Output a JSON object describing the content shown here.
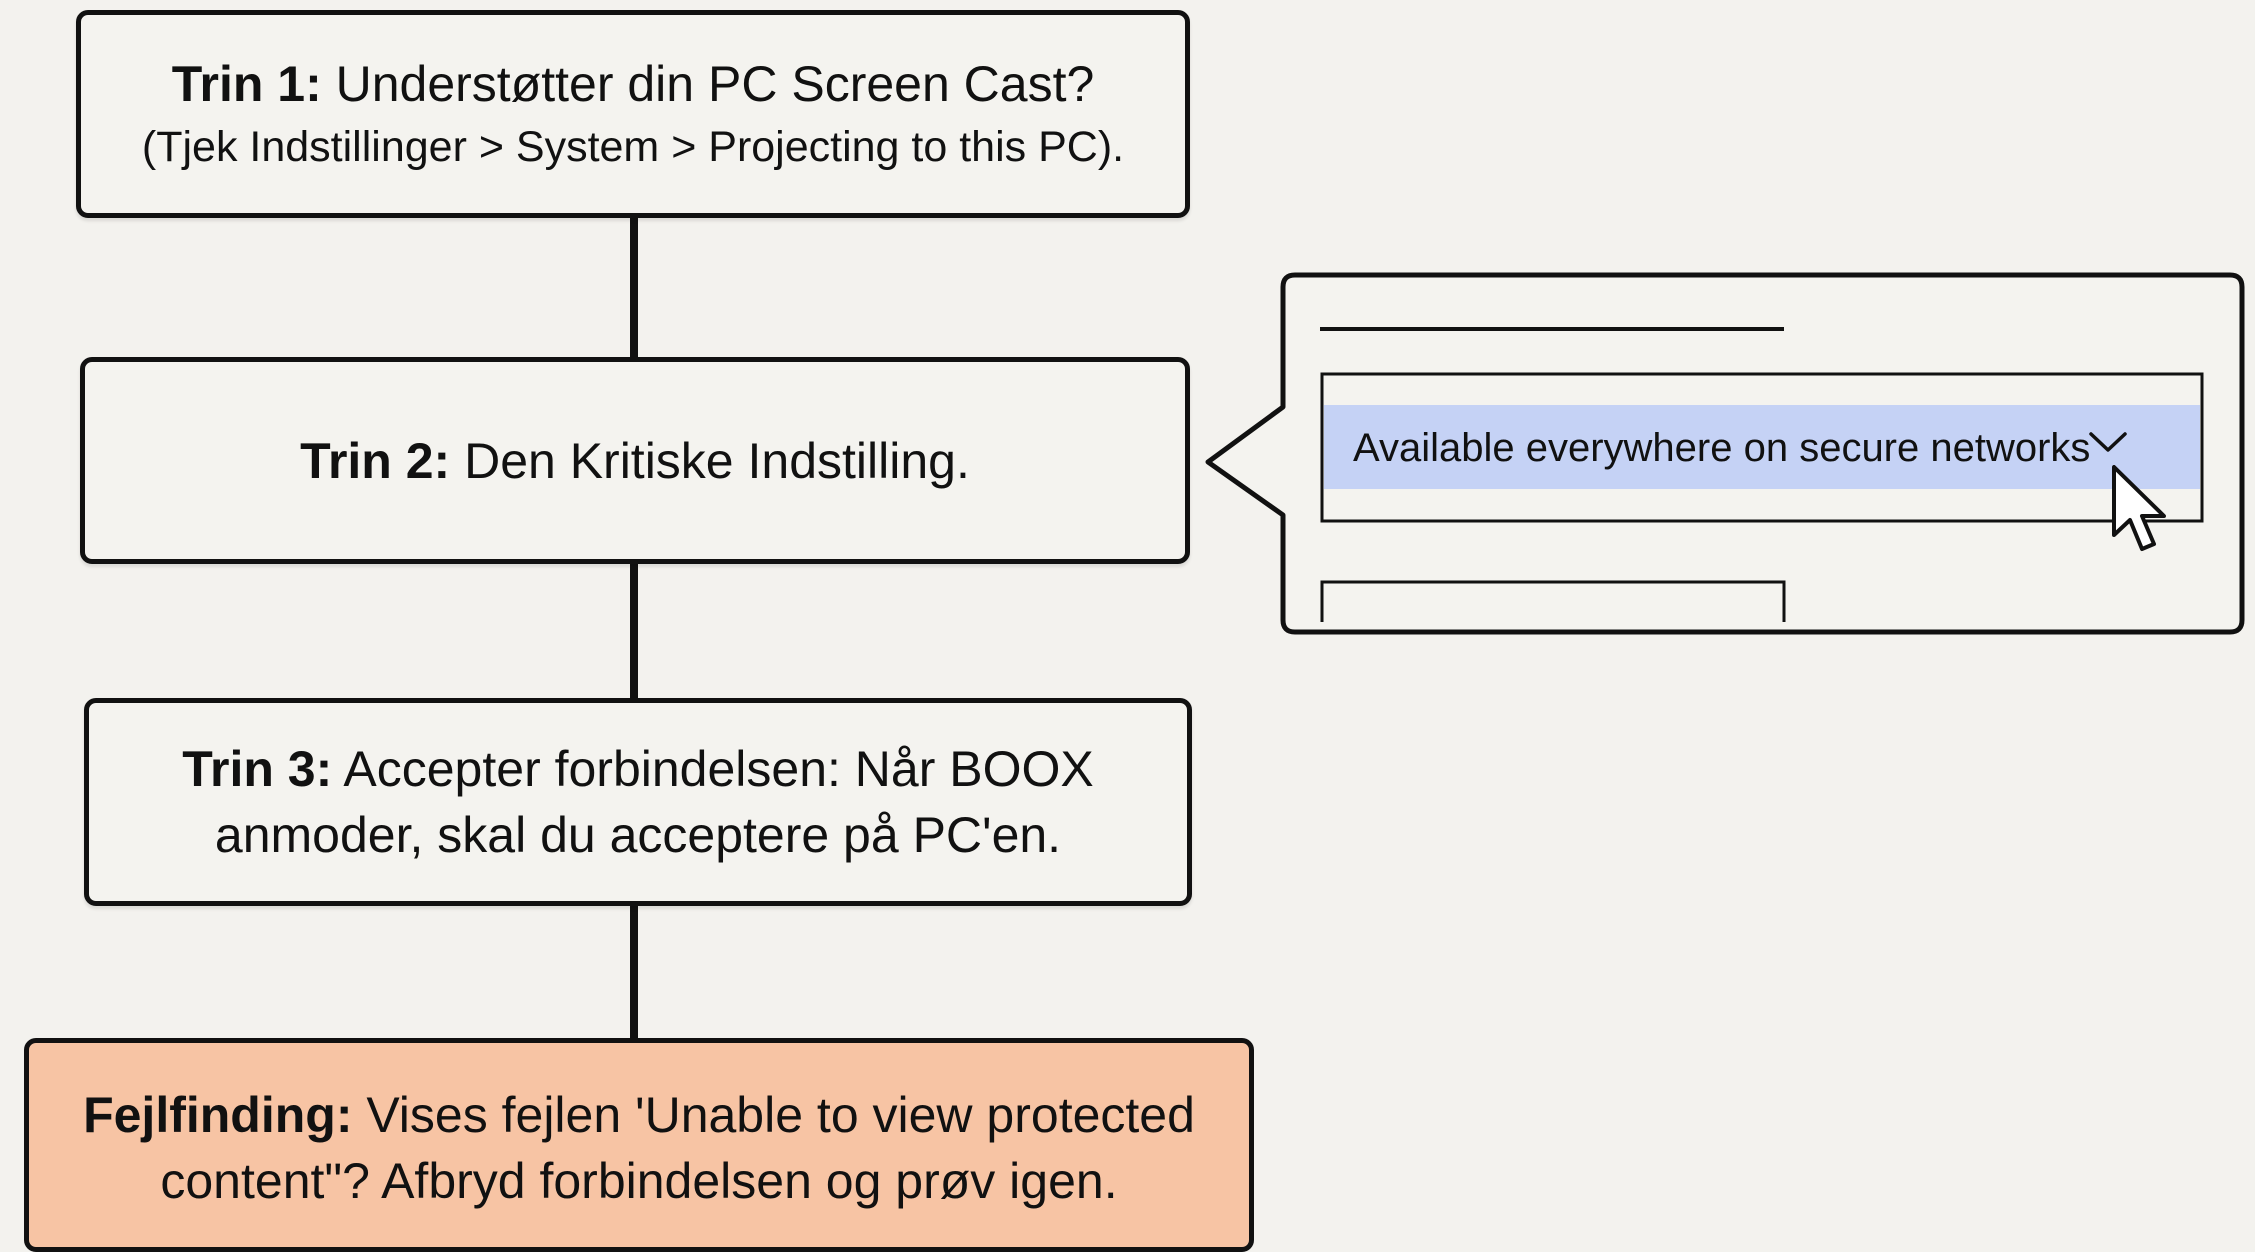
{
  "steps": [
    {
      "label": "Trin 1:",
      "text": " Understøtter din PC Screen Cast?",
      "subtext": "(Tjek Indstillinger > System > Projecting to this PC)."
    },
    {
      "label": "Trin 2:",
      "text": " Den Kritiske Indstilling."
    },
    {
      "label": "Trin 3:",
      "text": " Accepter forbindelsen: Når BOOX",
      "text2": "anmoder, skal du acceptere på PC'en."
    }
  ],
  "troubleshoot": {
    "label": "Fejlfinding:",
    "text": " Vises fejlen 'Unable to view protected",
    "text2": "content\"? Afbryd forbindelsen og prøv igen.",
    "background": "#f7c4a4"
  },
  "callout": {
    "dropdown_value": "Available everywhere on secure networks",
    "highlight_color": "#c5d2f5",
    "icons": [
      "chevron-down-icon",
      "mouse-pointer-icon"
    ]
  }
}
